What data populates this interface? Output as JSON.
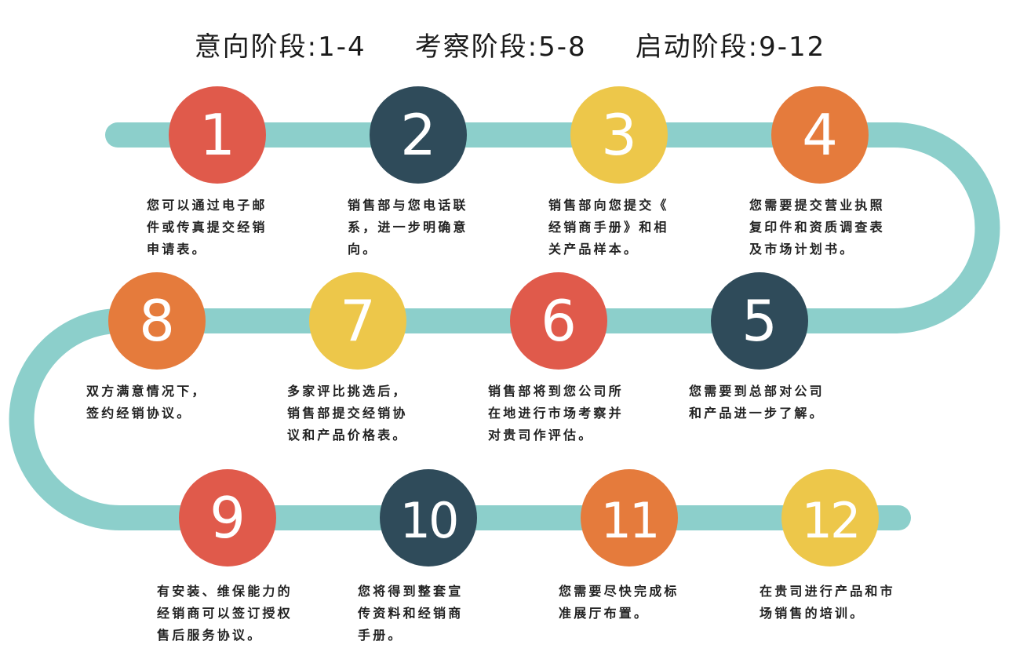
{
  "header": {
    "phases": [
      "意向阶段:1-4",
      "考察阶段:5-8",
      "启动阶段:9-12"
    ]
  },
  "colors": {
    "path": "#8ccfcb",
    "red": "#e05a4b",
    "navy": "#2f4b5a",
    "yellow": "#edc74a",
    "orange": "#e57b3c",
    "text": "#222222"
  },
  "steps": [
    {
      "number": "1",
      "color": "red",
      "text": "您可以通过电子邮\n件或传真提交经销\n申请表。"
    },
    {
      "number": "2",
      "color": "navy",
      "text": "销售部与您电话联\n系，进一步明确意\n向。"
    },
    {
      "number": "3",
      "color": "yellow",
      "text": "销售部向您提交《\n经销商手册》和相\n关产品样本。"
    },
    {
      "number": "4",
      "color": "orange",
      "text": "您需要提交营业执照\n复印件和资质调查表\n及市场计划书。"
    },
    {
      "number": "5",
      "color": "navy",
      "text": "您需要到总部对公司\n和产品进一步了解。"
    },
    {
      "number": "6",
      "color": "red",
      "text": "销售部将到您公司所\n在地进行市场考察并\n对贵司作评估。"
    },
    {
      "number": "7",
      "color": "yellow",
      "text": "多家评比挑选后，\n销售部提交经销协\n议和产品价格表。"
    },
    {
      "number": "8",
      "color": "orange",
      "text": "双方满意情况下，\n签约经销协议。"
    },
    {
      "number": "9",
      "color": "red",
      "text": "有安装、维保能力的\n经销商可以签订授权\n售后服务协议。"
    },
    {
      "number": "10",
      "color": "navy",
      "text": "您将得到整套宣\n传资料和经销商\n手册。"
    },
    {
      "number": "11",
      "color": "orange",
      "text": "您需要尽快完成标\n准展厅布置。"
    },
    {
      "number": "12",
      "color": "yellow",
      "text": "在贵司进行产品和市\n场销售的培训。"
    }
  ]
}
